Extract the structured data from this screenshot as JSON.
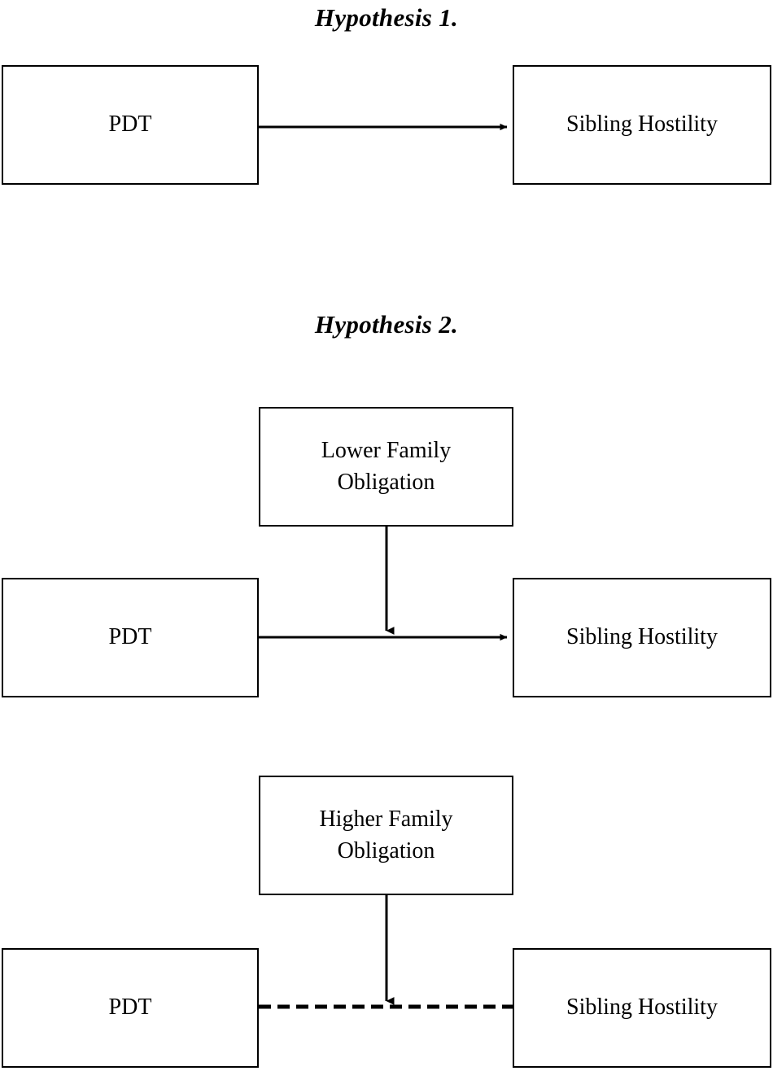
{
  "figure": {
    "background_color": "#ffffff",
    "line_color": "#000000",
    "box_border_color": "#000000"
  },
  "sections": [
    {
      "id": "hypothesis-1",
      "title": "Hypothesis 1.",
      "nodes": {
        "predictor": "PDT",
        "outcome": "Sibling Hostility"
      },
      "path": {
        "style": "solid",
        "arrowhead": "right",
        "from": "PDT",
        "to": "Sibling Hostility"
      }
    },
    {
      "id": "hypothesis-2",
      "title": "Hypothesis 2.",
      "panels": [
        {
          "id": "low-obligation",
          "moderator": "Lower Family\nObligation",
          "predictor": "PDT",
          "outcome": "Sibling Hostility",
          "main_path": {
            "style": "solid",
            "arrowhead": "right",
            "from": "PDT",
            "to": "Sibling Hostility"
          },
          "moderator_path": {
            "style": "solid",
            "arrowhead": "down",
            "from": "Lower Family Obligation",
            "to": "PDT → Sibling Hostility path"
          }
        },
        {
          "id": "high-obligation",
          "moderator": "Higher Family\nObligation",
          "predictor": "PDT",
          "outcome": "Sibling Hostility",
          "main_path": {
            "style": "dashed",
            "arrowhead": "none",
            "from": "PDT",
            "to": "Sibling Hostility"
          },
          "moderator_path": {
            "style": "solid",
            "arrowhead": "down",
            "from": "Higher Family Obligation",
            "to": "PDT → Sibling Hostility path"
          }
        }
      ]
    }
  ]
}
